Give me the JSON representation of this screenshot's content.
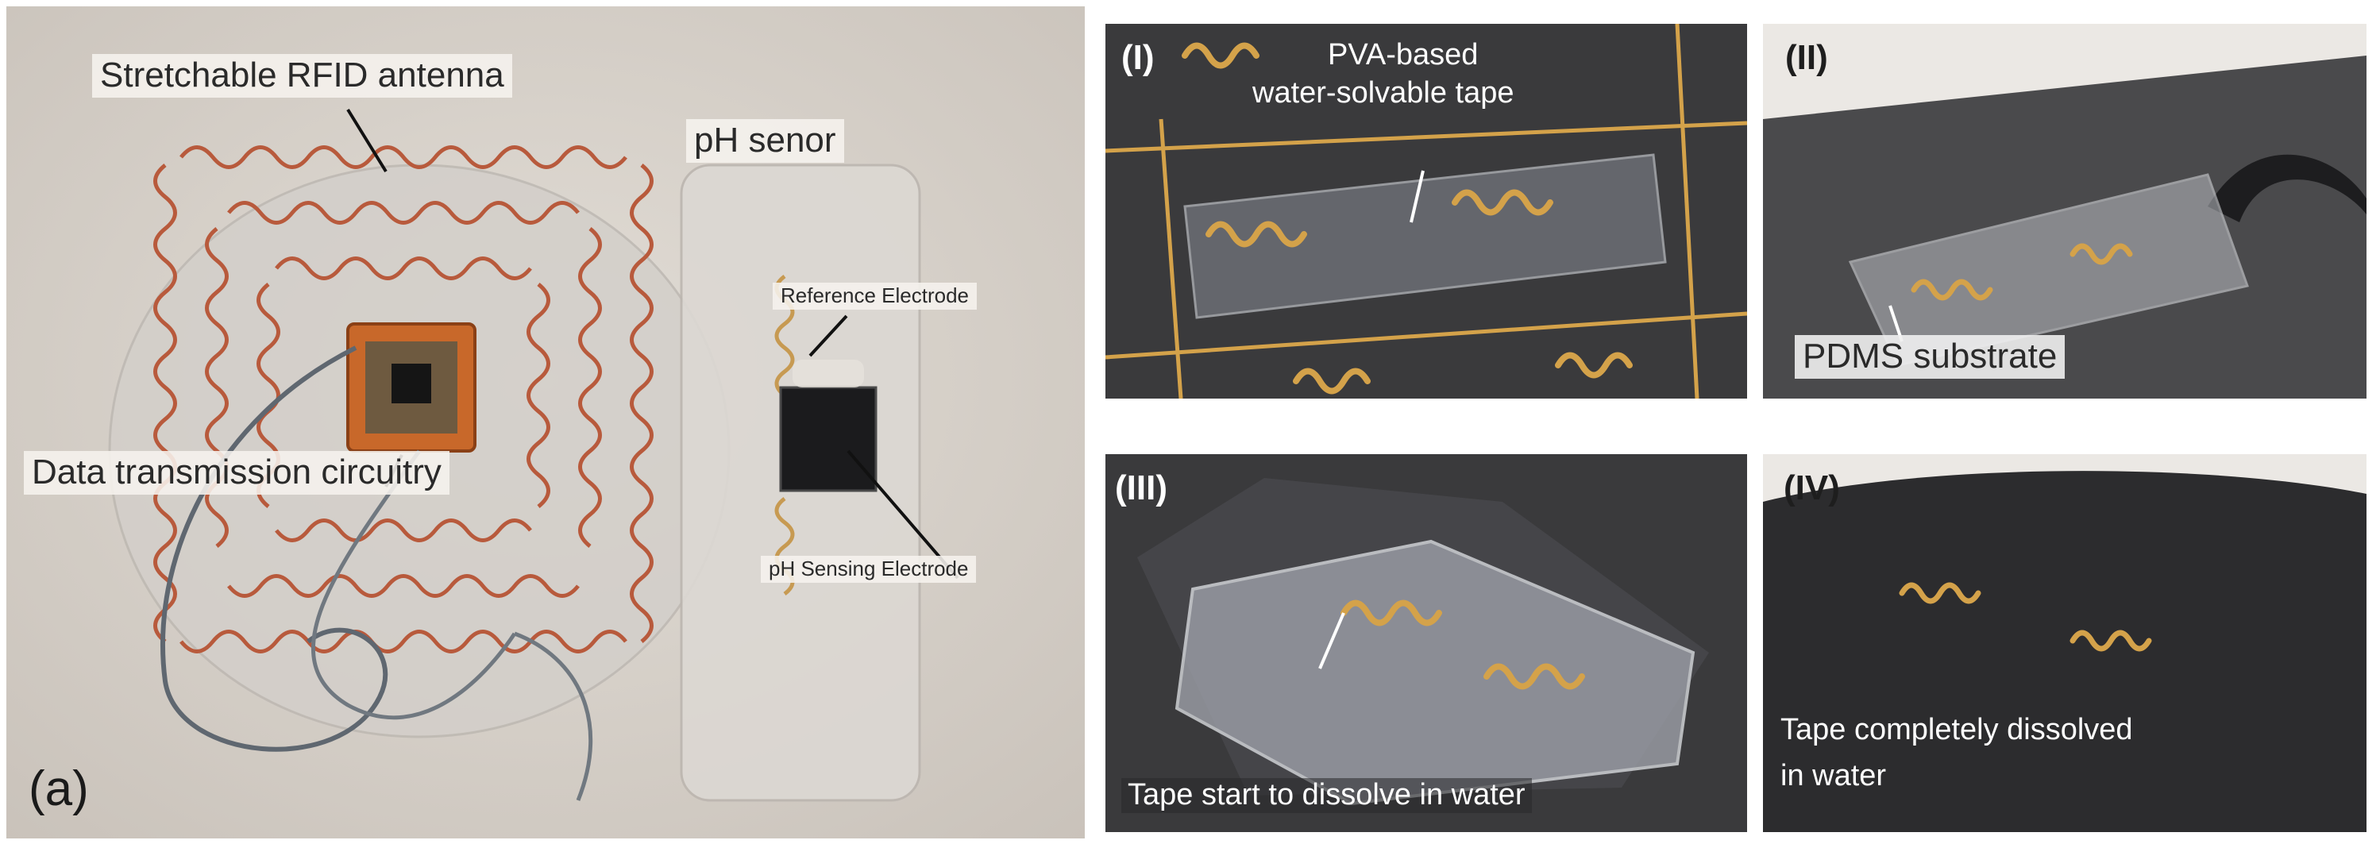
{
  "panel_a": {
    "letter": "(a)",
    "labels": {
      "antenna": "Stretchable RFID antenna",
      "ph_sensor": "pH senor",
      "reference_electrode": "Reference Electrode",
      "data_circuitry": "Data transmission circuitry",
      "ph_sensing_electrode": "pH Sensing Electrode"
    }
  },
  "panel_I": {
    "numeral": "(I)",
    "caption_line1": "PVA-based",
    "caption_line2": "water-solvable tape"
  },
  "panel_II": {
    "numeral": "(II)",
    "caption": "PDMS substrate"
  },
  "panel_III": {
    "numeral": "(III)",
    "caption": "Tape start to dissolve in water"
  },
  "panel_IV": {
    "numeral": "(IV)",
    "caption_line1": "Tape completely dissolved",
    "caption_line2": "in water"
  },
  "colors": {
    "background": "#d8d2cb",
    "copper": "#b85a3c",
    "gold": "#d4a24a",
    "dark_substrate": "#3a3a3c"
  }
}
